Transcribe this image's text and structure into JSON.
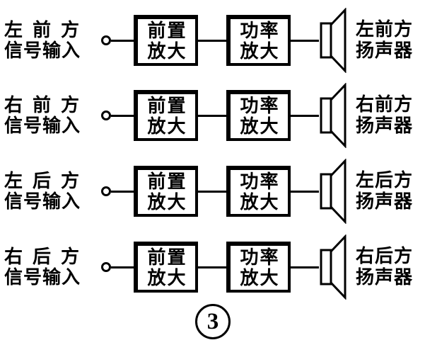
{
  "figure": {
    "number": "3"
  },
  "colors": {
    "ink": "#000000",
    "paper": "#ffffff"
  },
  "icons": {
    "input_terminal": "open-circle-terminal",
    "speaker": "loudspeaker-horn"
  },
  "rows": [
    {
      "input_label_line1": "左前方",
      "input_label_line2": "信号输入",
      "preamp_line1": "前置",
      "preamp_line2": "放大",
      "poweramp_line1": "功率",
      "poweramp_line2": "放大",
      "output_label_line1": "左前方",
      "output_label_line2": "扬声器"
    },
    {
      "input_label_line1": "右前方",
      "input_label_line2": "信号输入",
      "preamp_line1": "前置",
      "preamp_line2": "放大",
      "poweramp_line1": "功率",
      "poweramp_line2": "放大",
      "output_label_line1": "右前方",
      "output_label_line2": "扬声器"
    },
    {
      "input_label_line1": "左后方",
      "input_label_line2": "信号输入",
      "preamp_line1": "前置",
      "preamp_line2": "放大",
      "poweramp_line1": "功率",
      "poweramp_line2": "放大",
      "output_label_line1": "左后方",
      "output_label_line2": "扬声器"
    },
    {
      "input_label_line1": "右后方",
      "input_label_line2": "信号输入",
      "preamp_line1": "前置",
      "preamp_line2": "放大",
      "poweramp_line1": "功率",
      "poweramp_line2": "放大",
      "output_label_line1": "右后方",
      "output_label_line2": "扬声器"
    }
  ]
}
